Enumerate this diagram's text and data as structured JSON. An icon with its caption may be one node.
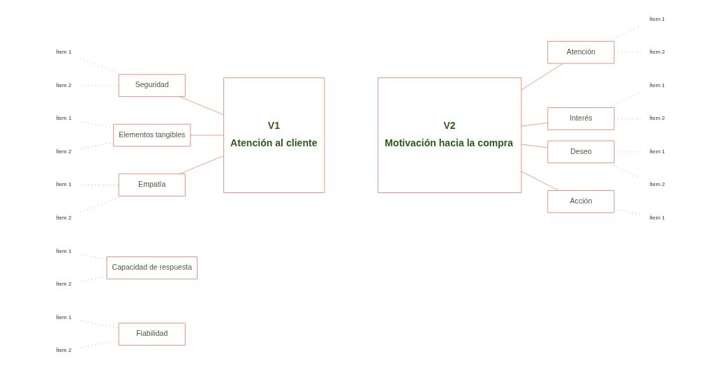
{
  "diagram": {
    "nodes": [
      {
        "text": [
          "Ítem 1"
        ]
      },
      {
        "text": [
          "Ítem 2"
        ]
      },
      {
        "text": [
          "Fiabilidad"
        ]
      },
      {
        "text": [
          "Ítem 1"
        ]
      },
      {
        "text": [
          "Ítem 2"
        ]
      },
      {
        "text": [
          "Capacidad de respuesta"
        ]
      },
      {
        "text": [
          "Ítem 1"
        ]
      },
      {
        "text": [
          "Ítem 2"
        ]
      },
      {
        "text": [
          "Seguridad"
        ]
      },
      {
        "text": [
          "Ítem 1"
        ]
      },
      {
        "text": [
          "Ítem 2"
        ]
      },
      {
        "text": [
          "Elementos tangibles"
        ]
      },
      {
        "text": [
          "Empatía"
        ]
      },
      {
        "text": [
          "Ítem 1"
        ]
      },
      {
        "text": [
          "Ítem 2"
        ]
      },
      {
        "text": [
          "V1",
          "Atención al cliente"
        ]
      },
      {
        "text": [
          "V2",
          "Motivación hacia la compra"
        ]
      },
      {
        "text": [
          "Atención"
        ]
      },
      {
        "text": [
          "Ítem 1"
        ]
      },
      {
        "text": [
          "Ítem 2"
        ]
      },
      {
        "text": [
          "Interés"
        ]
      },
      {
        "text": [
          "Ítem 1"
        ]
      },
      {
        "text": [
          "Ítem 2"
        ]
      },
      {
        "text": [
          "Deseo"
        ]
      },
      {
        "text": [
          "Ítem 1"
        ]
      },
      {
        "text": [
          "Ítem 2"
        ]
      },
      {
        "text": [
          "Acción"
        ]
      },
      {
        "text": [
          "Ítem 1"
        ]
      }
    ],
    "edges": [
      {
        "from": 0,
        "to": 2,
        "arrow": "none",
        "style": "dashed"
      },
      {
        "from": 1,
        "to": 2,
        "arrow": "none",
        "style": "dashed"
      },
      {
        "from": 3,
        "to": 5,
        "arrow": "none",
        "style": "dashed"
      },
      {
        "from": 4,
        "to": 5,
        "arrow": "none",
        "style": "dashed"
      },
      {
        "from": 6,
        "to": 8,
        "arrow": "none",
        "style": "dashed"
      },
      {
        "from": 7,
        "to": 8,
        "arrow": "none",
        "style": "dashed"
      },
      {
        "from": 9,
        "to": 11,
        "arrow": "none",
        "style": "dashed"
      },
      {
        "from": 10,
        "to": 11,
        "arrow": "none",
        "style": "dashed"
      },
      {
        "from": 13,
        "to": 12,
        "arrow": "none",
        "style": "dashed"
      },
      {
        "from": 14,
        "to": 12,
        "arrow": "none",
        "style": "dashed"
      },
      {
        "from": 8,
        "to": 15,
        "arrow": "none",
        "color": "#e39a72"
      },
      {
        "from": 11,
        "to": 15,
        "arrow": "none",
        "color": "#e39a72"
      },
      {
        "from": 12,
        "to": 15,
        "arrow": "none",
        "color": "#e39a72"
      },
      {
        "from": 16,
        "to": 17,
        "arrow": "none",
        "color": "#e39a72"
      },
      {
        "from": 16,
        "to": 20,
        "arrow": "none",
        "color": "#e39a72"
      },
      {
        "from": 16,
        "to": 23,
        "arrow": "none",
        "color": "#e39a72"
      },
      {
        "from": 16,
        "to": 26,
        "arrow": "none",
        "color": "#e39a72"
      },
      {
        "from": 17,
        "to": 18,
        "arrow": "none",
        "style": "dashed"
      },
      {
        "from": 17,
        "to": 19,
        "arrow": "none",
        "style": "dashed"
      },
      {
        "from": 20,
        "to": 21,
        "arrow": "none",
        "style": "dashed"
      },
      {
        "from": 20,
        "to": 22,
        "arrow": "none",
        "style": "dashed"
      },
      {
        "from": 23,
        "to": 24,
        "arrow": "none",
        "style": "dashed"
      },
      {
        "from": 23,
        "to": 25,
        "arrow": "none",
        "style": "dashed"
      },
      {
        "from": 26,
        "to": 27,
        "arrow": "none",
        "style": "dashed"
      }
    ]
  }
}
